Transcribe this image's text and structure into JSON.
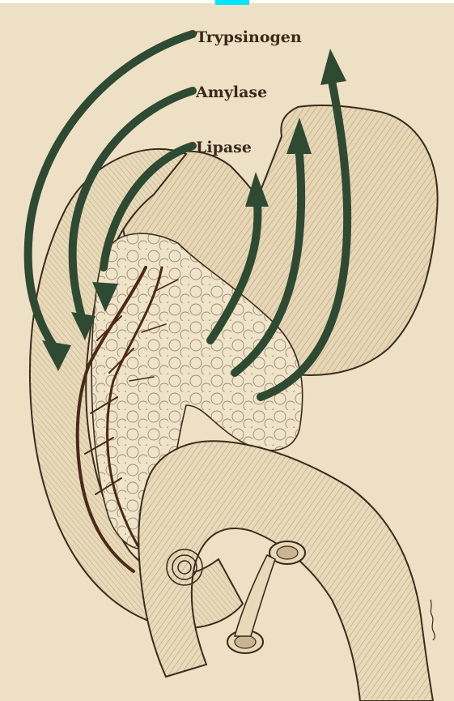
{
  "labels": {
    "trypsinogen": "Trypsinogen",
    "amylase": "Amylase",
    "lipase": "Lipase"
  },
  "colors": {
    "paper": "#ede0c4",
    "arrow": "#2e4a32",
    "ink": "#3a2a1c",
    "duct": "#4a2a18",
    "top_accent": "#00e5ff"
  }
}
